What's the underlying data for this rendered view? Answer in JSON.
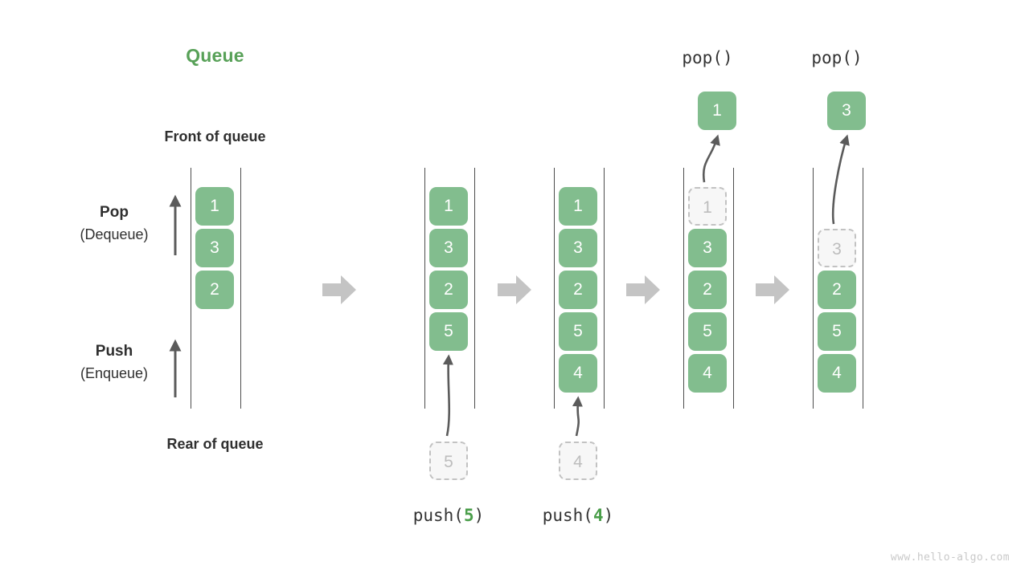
{
  "title": "Queue",
  "labels": {
    "front": "Front of queue",
    "rear": "Rear of queue",
    "pop_main": "Pop",
    "pop_sub": "(Dequeue)",
    "push_main": "Push",
    "push_sub": "(Enqueue)"
  },
  "colors": {
    "element_green": "#82bd8e",
    "title_green": "#58a158",
    "accent_green": "#4a9e4a",
    "rail_gray": "#4d4d4d",
    "ghost_border": "#c2c2c2",
    "ghost_fill": "#f7f7f7",
    "ghost_text": "#bdbdbd",
    "arrow_gray": "#5b5b5b",
    "step_arrow_gray": "#c4c4c4",
    "text_dark": "#2f2f2f",
    "watermark_gray": "#c9c9c9"
  },
  "stages": [
    {
      "name": "initial",
      "elements": [
        "1",
        "3",
        "2"
      ],
      "ghost": null,
      "popped": null,
      "caption": null
    },
    {
      "name": "after-push-5",
      "elements": [
        "1",
        "3",
        "2",
        "5"
      ],
      "ghost": {
        "value": "5",
        "position": "below"
      },
      "popped": null,
      "caption": {
        "fn": "push(",
        "arg": "5",
        "close": ")"
      }
    },
    {
      "name": "after-push-4",
      "elements": [
        "1",
        "3",
        "2",
        "5",
        "4"
      ],
      "ghost": {
        "value": "4",
        "position": "below"
      },
      "popped": null,
      "caption": {
        "fn": "push(",
        "arg": "4",
        "close": ")"
      }
    },
    {
      "name": "after-pop-1",
      "elements": [
        "3",
        "2",
        "5",
        "4"
      ],
      "ghost": {
        "value": "1",
        "position": "slot-0"
      },
      "popped": "1",
      "caption": {
        "fn": "pop()",
        "arg": "",
        "close": ""
      }
    },
    {
      "name": "after-pop-3",
      "elements": [
        "2",
        "5",
        "4"
      ],
      "ghost": {
        "value": "3",
        "position": "slot-1"
      },
      "popped": "3",
      "caption": {
        "fn": "pop()",
        "arg": "",
        "close": ""
      }
    }
  ],
  "step_arrows": 4,
  "watermark": "www.hello-algo.com"
}
